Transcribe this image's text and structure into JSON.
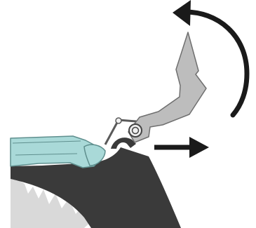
{
  "figure": {
    "kind": "instruction-illustration",
    "background_color": "#ffffff"
  },
  "parts": {
    "housing": {
      "name": "dark-housing",
      "color": "#3a3a3a"
    },
    "base_fill": {
      "name": "light-base",
      "color": "#d9d9d9"
    },
    "tray": {
      "name": "cyan-tray",
      "fill": "#a9d9d8",
      "stroke": "#5f8f8e"
    },
    "lever": {
      "name": "gray-lever",
      "fill": "#bdbdbd",
      "stroke": "#6f6f6f"
    },
    "pivot": {
      "name": "pivot-nut",
      "fill": "#efefef",
      "stroke": "#444444"
    },
    "link": {
      "name": "link-wire",
      "color": "#5a5a5a"
    }
  },
  "indicators": {
    "rotation": {
      "icon": "curved-arrow-counterclockwise",
      "color": "#1a1a1a"
    },
    "push": {
      "icon": "arrow-right",
      "color": "#1a1a1a"
    }
  }
}
